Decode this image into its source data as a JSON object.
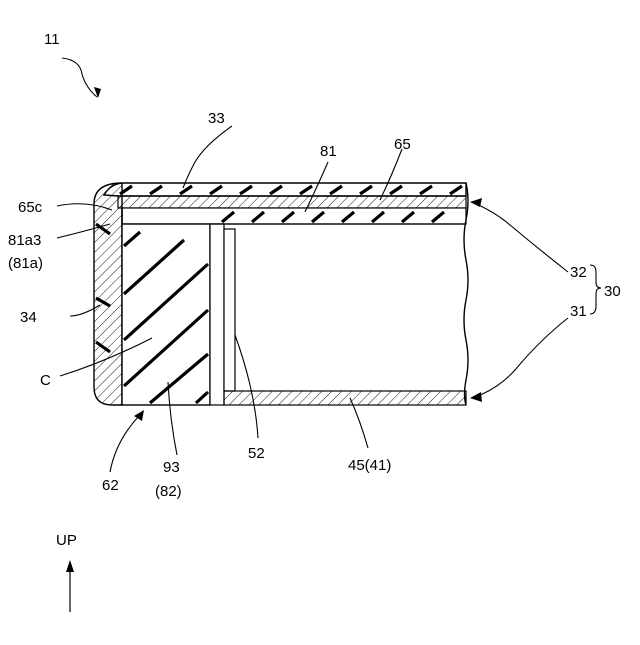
{
  "figure": {
    "ref_main": "11",
    "labels": {
      "l33": "33",
      "l81": "81",
      "l65": "65",
      "l65c": "65c",
      "l81a3": "81a3",
      "l81a": "(81a)",
      "l34": "34",
      "lC": "C",
      "l62": "62",
      "l93": "93",
      "l82": "(82)",
      "l52": "52",
      "l4541": "45(41)",
      "l32": "32",
      "l31": "31",
      "l30": "30"
    },
    "direction_label": "UP"
  }
}
